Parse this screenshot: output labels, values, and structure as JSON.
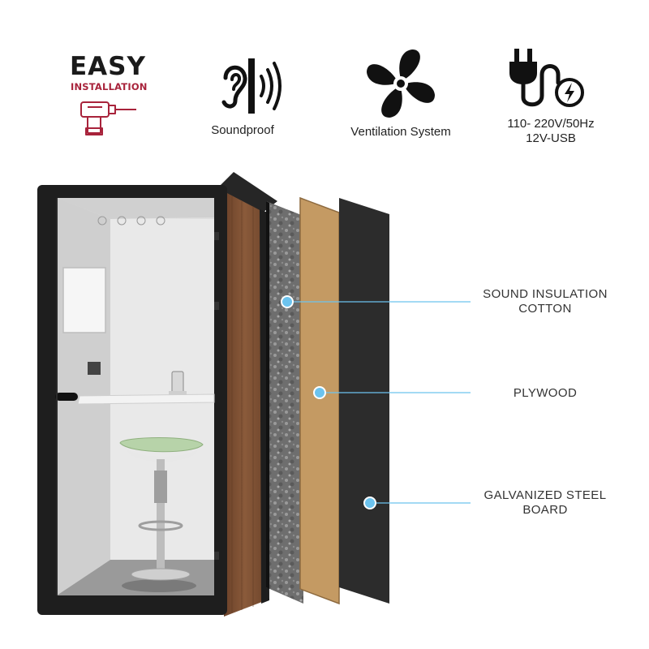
{
  "features": {
    "easy_install": {
      "title": "EASY",
      "subtitle": "INSTALLATION",
      "accent": "#a8233b",
      "icon": "drill-icon"
    },
    "soundproof": {
      "label": "Soundproof",
      "icon": "ear-sound-wave-icon"
    },
    "ventilation": {
      "label": "Ventilation System",
      "icon": "fan-icon"
    },
    "power": {
      "line1": "110- 220V/50Hz",
      "line2": "12V-USB",
      "icon": "power-plug-icon"
    }
  },
  "layers": {
    "insulation": {
      "line1": "SOUND INSULATION",
      "line2": "COTTON",
      "panel_color": "#6b6b6b"
    },
    "plywood": {
      "label": "PLYWOOD",
      "panel_color": "#c49a63"
    },
    "steel": {
      "line1": "GALVANIZED STEEL",
      "line2": "BOARD",
      "panel_color": "#2c2c2c"
    }
  },
  "colors": {
    "callout_dot": "#6cc3ee",
    "booth_frame": "#1e1e1e",
    "wood_side": "#7a4f32",
    "seat": "#b7d3a9"
  }
}
